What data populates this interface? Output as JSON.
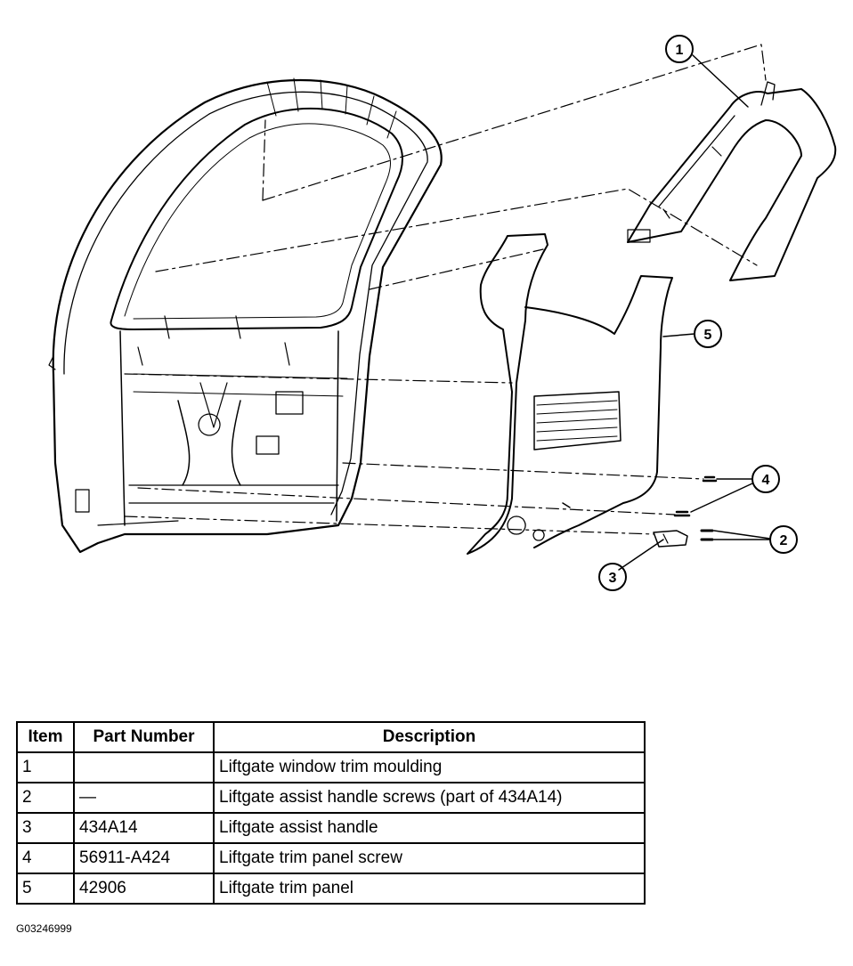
{
  "callouts": {
    "c1": "1",
    "c2": "2",
    "c3": "3",
    "c4": "4",
    "c5": "5"
  },
  "table": {
    "headers": {
      "item": "Item",
      "part_number": "Part Number",
      "description": "Description"
    },
    "rows": [
      {
        "item": "1",
        "part_number": "",
        "description": "Liftgate window trim moulding"
      },
      {
        "item": "2",
        "part_number": "—",
        "description": "Liftgate assist handle screws (part of 434A14)"
      },
      {
        "item": "3",
        "part_number": "434A14",
        "description": "Liftgate assist handle"
      },
      {
        "item": "4",
        "part_number": "56911-A424",
        "description": "Liftgate trim panel screw"
      },
      {
        "item": "5",
        "part_number": "42906",
        "description": "Liftgate trim panel"
      }
    ]
  },
  "figure_code": "G03246999"
}
